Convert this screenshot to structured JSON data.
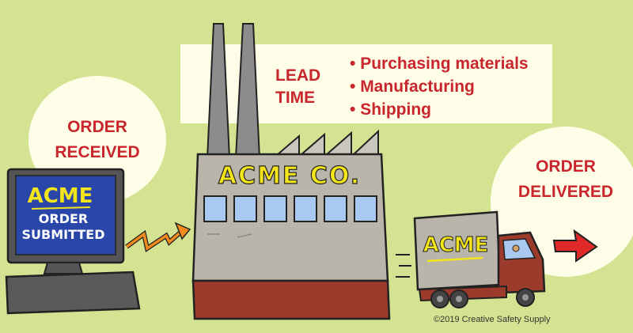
{
  "order_received": {
    "line1": "ORDER",
    "line2": "RECEIVED"
  },
  "lead_time": {
    "title_line1": "LEAD",
    "title_line2": "TIME",
    "items": [
      "Purchasing materials",
      "Manufacturing",
      "Shipping"
    ]
  },
  "factory": {
    "sign": "ACME CO."
  },
  "computer": {
    "brand": "ACME",
    "line1": "ORDER",
    "line2": "SUBMITTED"
  },
  "truck": {
    "brand": "ACME"
  },
  "order_delivered": {
    "line1": "ORDER",
    "line2": "DELIVERED"
  },
  "copyright": "©2019 Creative Safety Supply",
  "colors": {
    "background": "#d3e391",
    "accent_red": "#c8262c",
    "panel": "#fefde7"
  }
}
